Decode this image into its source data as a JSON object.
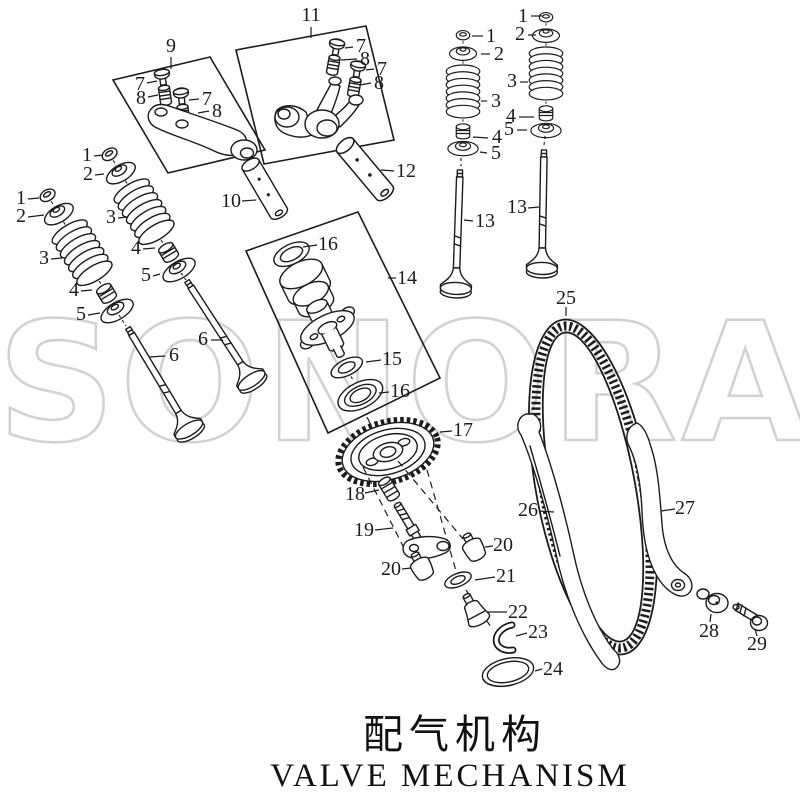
{
  "title": {
    "zh": "配气机构",
    "en": "VALVE MECHANISM"
  },
  "watermark": "SONORA",
  "colors": {
    "background": "#ffffff",
    "line": "#1c1c1c",
    "watermark": "#d2d2d2"
  },
  "callouts": {
    "box9": "9",
    "box11": "11",
    "b9_bolt1": "7",
    "b9_adj1": "8",
    "b9_bolt2": "7",
    "b9_adj2": "8",
    "b11_bolt1": "7",
    "b11_adj1": "8",
    "b11_bolt2": "7",
    "b11_adj2": "8",
    "shaft10": "10",
    "shaft12": "12",
    "a_nut": "1",
    "a_retainer": "2",
    "a_spring": "3",
    "a_seal": "4",
    "a_seat": "5",
    "b_nut": "1",
    "b_retainer": "2",
    "b_spring": "3",
    "b_seal": "4",
    "b_seat": "5",
    "valve6a": "6",
    "valve6b": "6",
    "c_nut": "1",
    "c_retainer": "2",
    "c_spring": "3",
    "c_seal": "4",
    "c_seat": "5",
    "valve13a": "13",
    "d_nut": "1",
    "d_retainer": "2",
    "d_spring": "3",
    "d_seal": "4",
    "d_seat": "5",
    "valve13b": "13",
    "box14": "14",
    "cam_bearing_top": "16",
    "washer15": "15",
    "bearing16": "16",
    "sprocket17": "17",
    "chain25": "25",
    "adjuster18": "18",
    "stud19": "19",
    "cap20L": "20",
    "cap20R": "20",
    "washer21": "21",
    "tappet22": "22",
    "clip23": "23",
    "seal24": "24",
    "guide26": "26",
    "tensioner27": "27",
    "bolt28": "28",
    "bolt29": "29"
  }
}
